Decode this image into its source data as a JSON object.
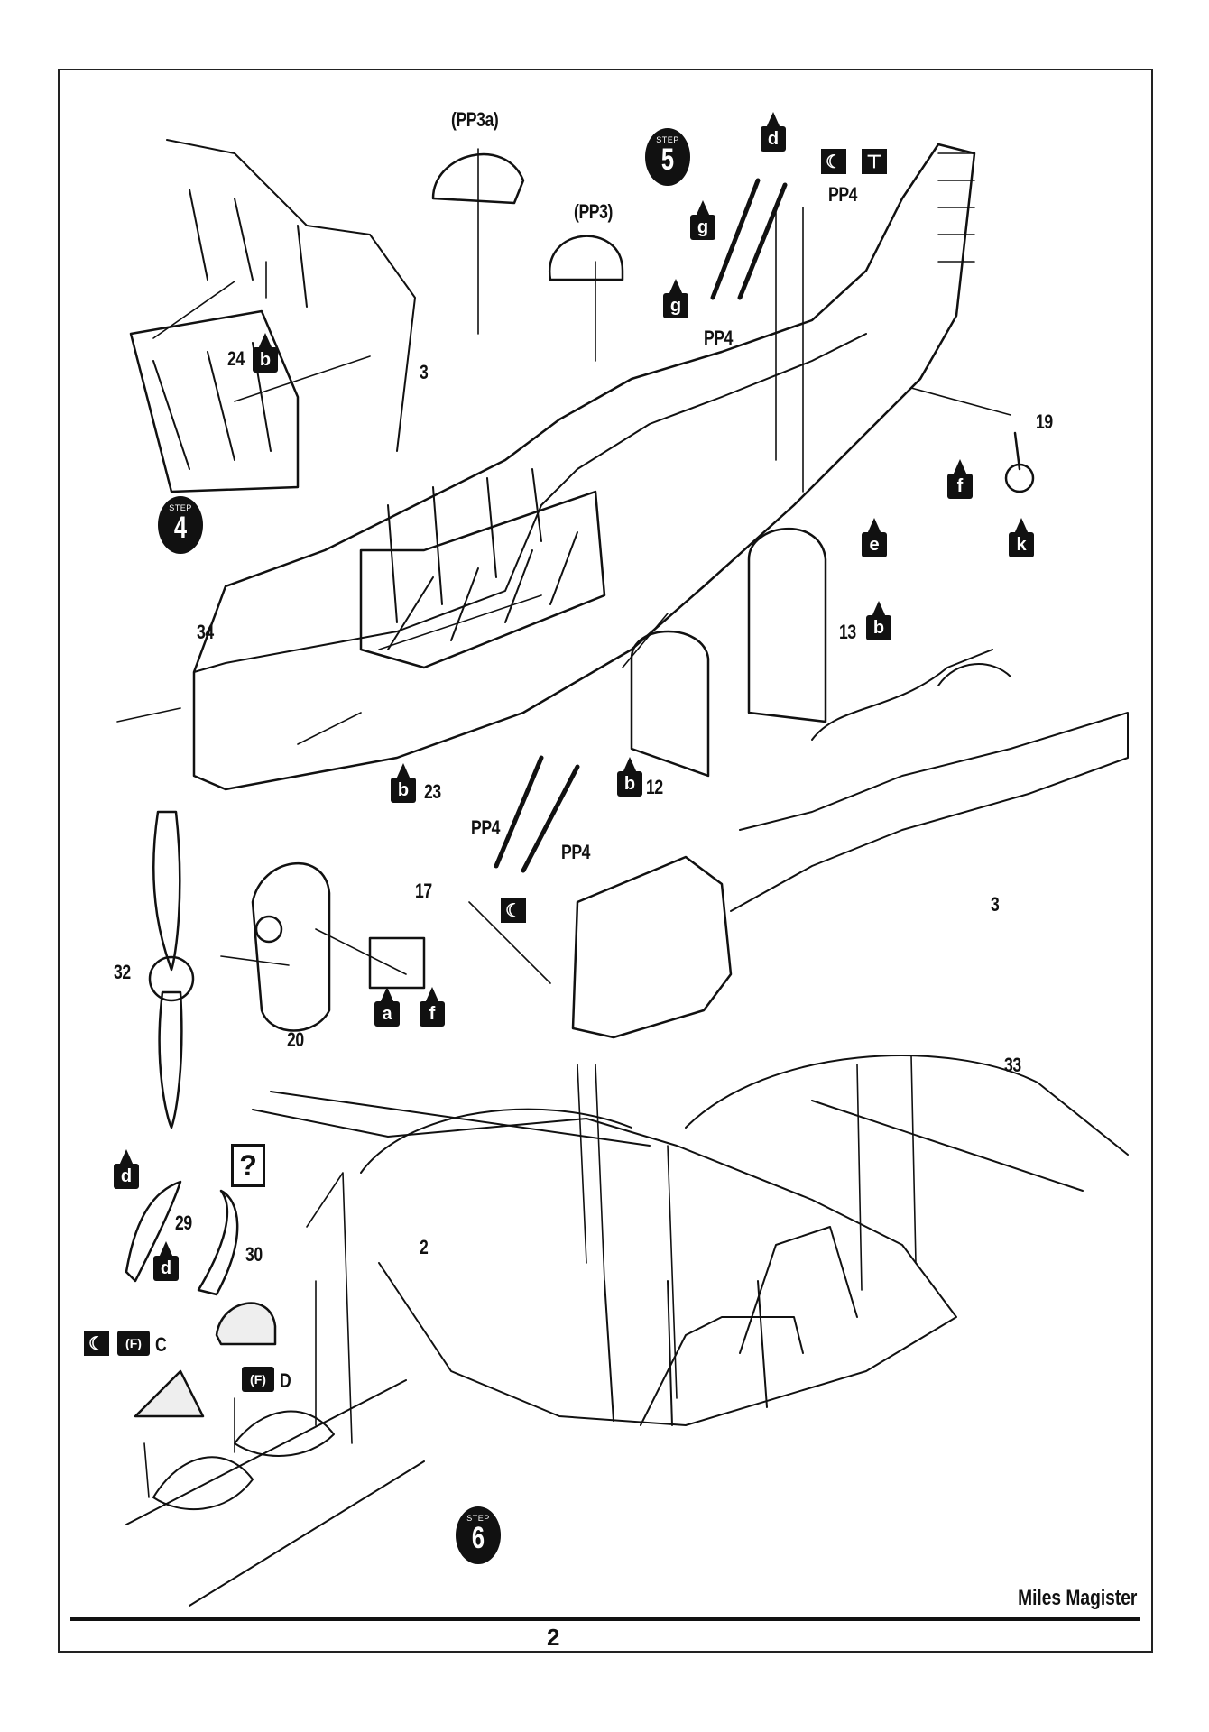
{
  "footer": {
    "title": "Miles Magister",
    "page": "2"
  },
  "steps": [
    {
      "top": "STEP",
      "num": "4"
    },
    {
      "top": "STEP",
      "num": "5"
    },
    {
      "top": "STEP",
      "num": "6"
    }
  ],
  "part_labels": {
    "pp3a": "(PP3a)",
    "pp3": "(PP3)",
    "pp4_a": "PP4",
    "pp4_b": "PP4",
    "pp4_c": "PP4",
    "pp4_d": "PP4",
    "p24": "24",
    "p3_a": "3",
    "p19": "19",
    "p34": "34",
    "p13": "13",
    "p23": "23",
    "p12": "12",
    "p17": "17",
    "p32": "32",
    "p20": "20",
    "p3_b": "3",
    "p33": "33",
    "p29": "29",
    "p30": "30",
    "p2": "2",
    "decal_c": "C",
    "decal_d": "D"
  },
  "paint_codes": {
    "b1": "b",
    "b2": "b",
    "b3": "b",
    "b4": "b",
    "d1": "d",
    "g1": "g",
    "g2": "g",
    "e1": "e",
    "f1": "f",
    "k1": "k",
    "a1": "a",
    "f2": "f",
    "d2": "d",
    "d3": "d",
    "F1": "(F)",
    "F2": "(F)"
  },
  "question_mark": "?"
}
